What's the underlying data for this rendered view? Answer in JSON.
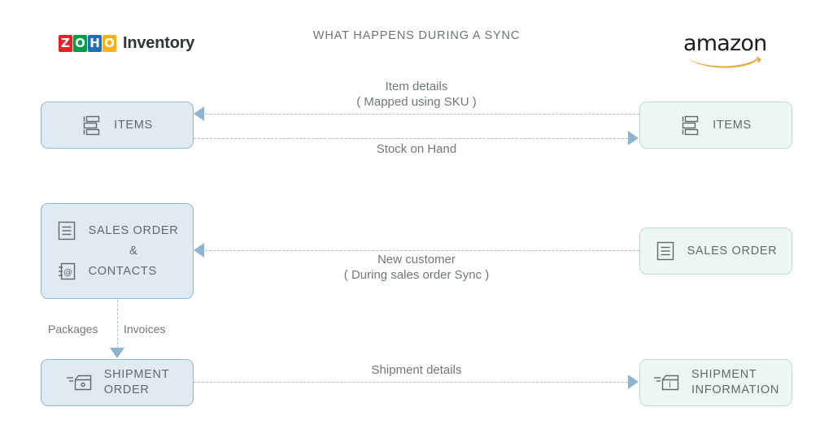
{
  "header": {
    "title": "WHAT HAPPENS DURING A SYNC",
    "left_brand": {
      "tiles": [
        "Z",
        "O",
        "H",
        "O"
      ],
      "word": "Inventory",
      "colors": {
        "z": "#e42527",
        "o1": "#089949",
        "h": "#226db4",
        "o2": "#f9b21d",
        "word": "#2f3437"
      }
    },
    "right_brand": {
      "word": "amazon",
      "smile_color": "#f3a847"
    }
  },
  "colors": {
    "blue_fill": "#dfeaf3",
    "blue_border": "#8fb8d4",
    "green_fill": "#edf7f2",
    "green_border": "#bfded1",
    "connector": "#a8bfcf",
    "arrow": "#8fb4cd",
    "text": "#62696c"
  },
  "nodes": {
    "items_left": {
      "label": "ITEMS",
      "icon": "list-items-icon",
      "side": "zoho"
    },
    "items_right": {
      "label": "ITEMS",
      "icon": "list-items-icon",
      "side": "amazon"
    },
    "sales_left": {
      "label_line1": "SALES ORDER",
      "amp": "&",
      "label_line2": "CONTACTS",
      "icon1": "document-lines-icon",
      "icon2": "address-book-icon",
      "side": "zoho"
    },
    "sales_right": {
      "label": "SALES ORDER",
      "icon": "document-lines-icon",
      "side": "amazon"
    },
    "shipment_left": {
      "label": "SHIPMENT\nORDER",
      "icon": "shipment-box-icon",
      "side": "zoho"
    },
    "shipment_right": {
      "label": "SHIPMENT\nINFORMATION",
      "icon": "shipment-info-box-icon",
      "side": "amazon"
    }
  },
  "connectors": {
    "item_details": {
      "label": "Item details\n( Mapped using SKU )",
      "direction": "right-to-left"
    },
    "stock_on_hand": {
      "label": "Stock on Hand",
      "direction": "left-to-right"
    },
    "new_customer": {
      "label": "New customer\n( During sales order Sync )",
      "direction": "right-to-left"
    },
    "shipment_details": {
      "label": "Shipment details",
      "direction": "left-to-right"
    },
    "internal_down": {
      "label_left": "Packages",
      "label_right": "Invoices",
      "direction": "top-to-bottom"
    }
  }
}
